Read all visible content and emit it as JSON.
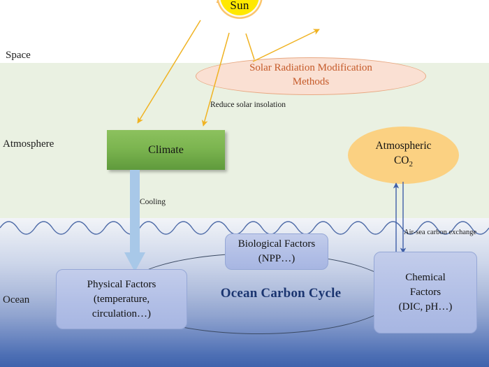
{
  "zones": {
    "space": "Space",
    "atmosphere": "Atmosphere",
    "ocean": "Ocean"
  },
  "sun": {
    "label": "Sun",
    "body_color": "#ffe800",
    "ray_color": "#f5a330"
  },
  "srm": {
    "label_line1": "Solar Radiation Modification",
    "label_line2": "Methods",
    "fill_color": "#fae0d3",
    "text_color": "#c55a29",
    "border_color": "#e8a882"
  },
  "annotations": {
    "reduce_solar_insolation": "Reduce solar insolation",
    "cooling": "Cooling",
    "air_sea_carbon_exchange": "Air-sea carbon exchange"
  },
  "climate": {
    "label": "Climate",
    "fill_color": "#7cb550"
  },
  "atmospheric_co2": {
    "line1": "Atmospheric",
    "line2_main": "CO",
    "line2_sub": "2",
    "fill_color": "#fbd182"
  },
  "ocean_carbon_cycle": {
    "title": "Ocean Carbon Cycle",
    "title_color": "#1b3570",
    "factors": [
      {
        "name": "physical",
        "line1": "Physical Factors",
        "line2": "(temperature,",
        "line3": "circulation…)"
      },
      {
        "name": "biological",
        "line1": "Biological Factors",
        "line2": "(NPP…)",
        "line3": ""
      },
      {
        "name": "chemical",
        "line1": "Chemical",
        "line2": "Factors",
        "line3": "(DIC, pH…)"
      }
    ],
    "box_fill_color": "#b2bfe6"
  },
  "arrow_colors": {
    "solar": "#f0b323",
    "cooling": "#a8c8e8",
    "carbon": "#3f5fa8"
  }
}
